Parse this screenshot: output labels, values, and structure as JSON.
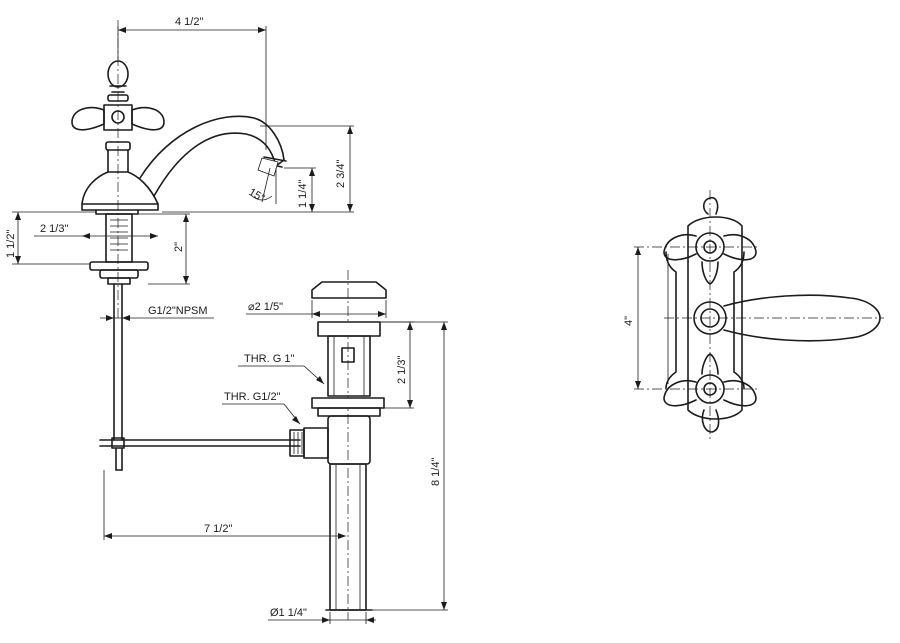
{
  "dimensions": {
    "spout_reach": "4 1/2\"",
    "faucet_height": "2 3/4\"",
    "spout_outlet_height": "1 1/4\"",
    "spout_angle": "15°",
    "base_height": "1 1/2\"",
    "base_diameter": "2 1/3\"",
    "shank_length": "2\"",
    "inlet_thread": "G1/2\"NPSM",
    "cap_diameter": "⌀2 1/5\"",
    "thread_g1": "THR. G 1\"",
    "thread_g12": "THR. G1/2\"",
    "drain_body": "2 1/3\"",
    "drain_length": "8 1/4\"",
    "rod_length": "7 1/2\"",
    "tailpiece_diameter": "Ø1 1/4\"",
    "handle_spacing": "4\""
  }
}
